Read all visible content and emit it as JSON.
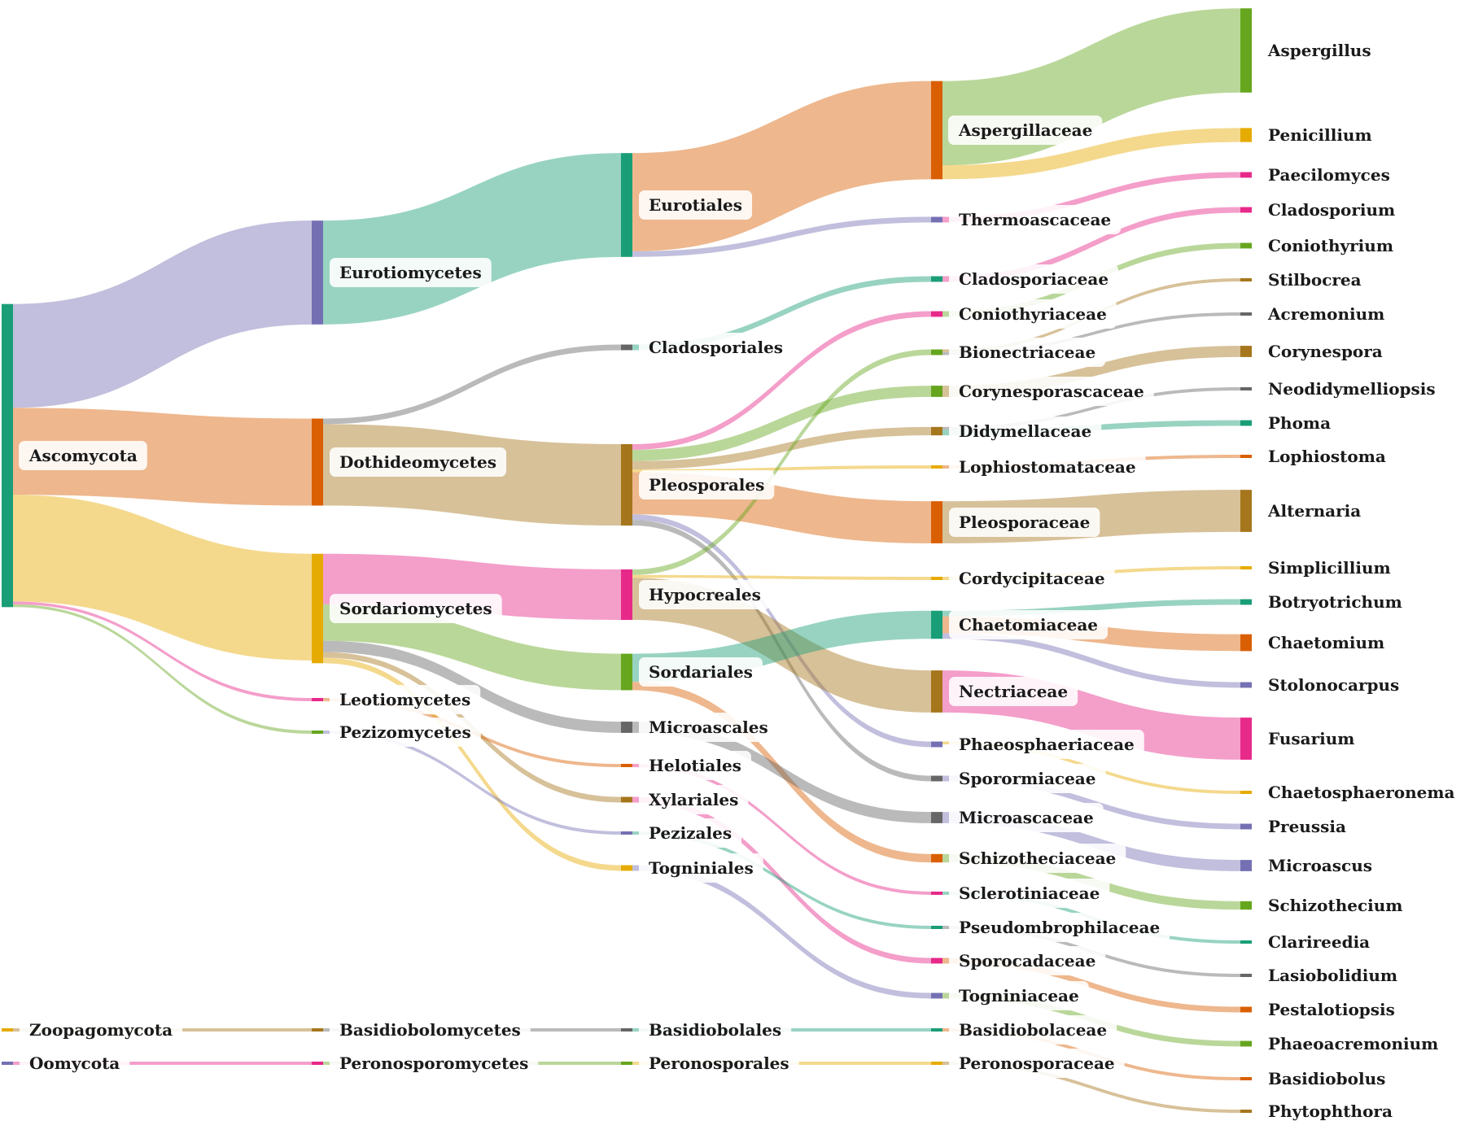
{
  "nodes": {
    "Ascomycota": {
      "label": "Ascomycota",
      "color": "#1a9e77"
    },
    "Zoopagomycota": {
      "label": "Zoopagomycota",
      "color": "#e6ab02"
    },
    "Oomycota": {
      "label": "Oomycota",
      "color": "#7570b3"
    },
    "Eurotiomycetes": {
      "label": "Eurotiomycetes",
      "color": "#7570b3"
    },
    "Dothideomycetes": {
      "label": "Dothideomycetes",
      "color": "#d95f02"
    },
    "Sordariomycetes": {
      "label": "Sordariomycetes",
      "color": "#e6ab02"
    },
    "Leotiomycetes": {
      "label": "Leotiomycetes",
      "color": "#e7298a"
    },
    "Pezizomycetes": {
      "label": "Pezizomycetes",
      "color": "#66a61e"
    },
    "Basidiobolomycetes": {
      "label": "Basidiobolomycetes",
      "color": "#a6761d"
    },
    "Peronosporomycetes": {
      "label": "Peronosporomycetes",
      "color": "#e7298a"
    },
    "Eurotiales": {
      "label": "Eurotiales",
      "color": "#1a9e77"
    },
    "Cladosporiales": {
      "label": "Cladosporiales",
      "color": "#666666"
    },
    "Pleosporales": {
      "label": "Pleosporales",
      "color": "#a6761d"
    },
    "Hypocreales": {
      "label": "Hypocreales",
      "color": "#e7298a"
    },
    "Sordariales": {
      "label": "Sordariales",
      "color": "#66a61e"
    },
    "Microascales": {
      "label": "Microascales",
      "color": "#666666"
    },
    "Helotiales": {
      "label": "Helotiales",
      "color": "#d95f02"
    },
    "Xylariales": {
      "label": "Xylariales",
      "color": "#a6761d"
    },
    "Pezizales": {
      "label": "Pezizales",
      "color": "#7570b3"
    },
    "Togniniales": {
      "label": "Togniniales",
      "color": "#e6ab02"
    },
    "Basidiobolales": {
      "label": "Basidiobolales",
      "color": "#666666"
    },
    "Peronosporales": {
      "label": "Peronosporales",
      "color": "#66a61e"
    },
    "Aspergillaceae": {
      "label": "Aspergillaceae",
      "color": "#d95f02"
    },
    "Thermoascaceae": {
      "label": "Thermoascaceae",
      "color": "#7570b3"
    },
    "Cladosporiaceae": {
      "label": "Cladosporiaceae",
      "color": "#1a9e77"
    },
    "Coniothyriaceae": {
      "label": "Coniothyriaceae",
      "color": "#e7298a"
    },
    "Bionectriaceae": {
      "label": "Bionectriaceae",
      "color": "#66a61e"
    },
    "Corynesporascaceae": {
      "label": "Corynesporascaceae",
      "color": "#66a61e"
    },
    "Didymellaceae": {
      "label": "Didymellaceae",
      "color": "#a6761d"
    },
    "Lophiostomataceae": {
      "label": "Lophiostomataceae",
      "color": "#e6ab02"
    },
    "Pleosporaceae": {
      "label": "Pleosporaceae",
      "color": "#d95f02"
    },
    "Cordycipitaceae": {
      "label": "Cordycipitaceae",
      "color": "#e6ab02"
    },
    "Chaetomiaceae": {
      "label": "Chaetomiaceae",
      "color": "#1a9e77"
    },
    "Nectriaceae": {
      "label": "Nectriaceae",
      "color": "#a6761d"
    },
    "Phaeosphaeriaceae": {
      "label": "Phaeosphaeriaceae",
      "color": "#7570b3"
    },
    "Sporormiaceae": {
      "label": "Sporormiaceae",
      "color": "#666666"
    },
    "Microascaceae": {
      "label": "Microascaceae",
      "color": "#666666"
    },
    "Schizotheciaceae": {
      "label": "Schizotheciaceae",
      "color": "#d95f02"
    },
    "Sclerotiniaceae": {
      "label": "Sclerotiniaceae",
      "color": "#e7298a"
    },
    "Pseudombrophilaceae": {
      "label": "Pseudombrophilaceae",
      "color": "#1a9e77"
    },
    "Sporocadaceae": {
      "label": "Sporocadaceae",
      "color": "#e7298a"
    },
    "Togniniaceae": {
      "label": "Togniniaceae",
      "color": "#7570b3"
    },
    "Basidiobolaceae": {
      "label": "Basidiobolaceae",
      "color": "#1a9e77"
    },
    "Peronosporaceae": {
      "label": "Peronosporaceae",
      "color": "#e6ab02"
    },
    "Aspergillus": {
      "label": "Aspergillus",
      "color": "#66a61e"
    },
    "Penicillium": {
      "label": "Penicillium",
      "color": "#e6ab02"
    },
    "Paecilomyces": {
      "label": "Paecilomyces",
      "color": "#e7298a"
    },
    "Cladosporium": {
      "label": "Cladosporium",
      "color": "#e7298a"
    },
    "Coniothyrium": {
      "label": "Coniothyrium",
      "color": "#66a61e"
    },
    "Stilbocrea": {
      "label": "Stilbocrea",
      "color": "#a6761d"
    },
    "Acremonium": {
      "label": "Acremonium",
      "color": "#666666"
    },
    "Corynespora": {
      "label": "Corynespora",
      "color": "#a6761d"
    },
    "Neodidymelliopsis": {
      "label": "Neodidymelliopsis",
      "color": "#666666"
    },
    "Phoma": {
      "label": "Phoma",
      "color": "#1a9e77"
    },
    "Lophiostoma": {
      "label": "Lophiostoma",
      "color": "#d95f02"
    },
    "Alternaria": {
      "label": "Alternaria",
      "color": "#a6761d"
    },
    "Simplicillium": {
      "label": "Simplicillium",
      "color": "#e6ab02"
    },
    "Botryotrichum": {
      "label": "Botryotrichum",
      "color": "#1a9e77"
    },
    "Chaetomium": {
      "label": "Chaetomium",
      "color": "#d95f02"
    },
    "Stolonocarpus": {
      "label": "Stolonocarpus",
      "color": "#7570b3"
    },
    "Fusarium": {
      "label": "Fusarium",
      "color": "#e7298a"
    },
    "Chaetosphaeronema": {
      "label": "Chaetosphaeronema",
      "color": "#e6ab02"
    },
    "Preussia": {
      "label": "Preussia",
      "color": "#7570b3"
    },
    "Microascus": {
      "label": "Microascus",
      "color": "#7570b3"
    },
    "Schizothecium": {
      "label": "Schizothecium",
      "color": "#66a61e"
    },
    "Clarireedia": {
      "label": "Clarireedia",
      "color": "#1a9e77"
    },
    "Lasiobolidium": {
      "label": "Lasiobolidium",
      "color": "#666666"
    },
    "Pestalotiopsis": {
      "label": "Pestalotiopsis",
      "color": "#d95f02"
    },
    "Phaeoacremonium": {
      "label": "Phaeoacremonium",
      "color": "#66a61e"
    },
    "Basidiobolus": {
      "label": "Basidiobolus",
      "color": "#d95f02"
    },
    "Phytophthora": {
      "label": "Phytophthora",
      "color": "#a6761d"
    }
  },
  "links": [
    {
      "source": "Ascomycota",
      "target": "Eurotiomycetes",
      "value": 37
    },
    {
      "source": "Ascomycota",
      "target": "Dothideomycetes",
      "value": 31
    },
    {
      "source": "Ascomycota",
      "target": "Sordariomycetes",
      "value": 38
    },
    {
      "source": "Ascomycota",
      "target": "Leotiomycetes",
      "value": 1
    },
    {
      "source": "Ascomycota",
      "target": "Pezizomycetes",
      "value": 1
    },
    {
      "source": "Zoopagomycota",
      "target": "Basidiobolomycetes",
      "value": 1
    },
    {
      "source": "Oomycota",
      "target": "Peronosporomycetes",
      "value": 1
    },
    {
      "source": "Eurotiomycetes",
      "target": "Eurotiales",
      "value": 37
    },
    {
      "source": "Dothideomycetes",
      "target": "Cladosporiales",
      "value": 2
    },
    {
      "source": "Dothideomycetes",
      "target": "Pleosporales",
      "value": 29
    },
    {
      "source": "Sordariomycetes",
      "target": "Hypocreales",
      "value": 18
    },
    {
      "source": "Sordariomycetes",
      "target": "Sordariales",
      "value": 13
    },
    {
      "source": "Sordariomycetes",
      "target": "Microascales",
      "value": 4
    },
    {
      "source": "Sordariomycetes",
      "target": "Xylariales",
      "value": 2
    },
    {
      "source": "Sordariomycetes",
      "target": "Togniniales",
      "value": 2
    },
    {
      "source": "Leotiomycetes",
      "target": "Helotiales",
      "value": 1
    },
    {
      "source": "Pezizomycetes",
      "target": "Pezizales",
      "value": 1
    },
    {
      "source": "Basidiobolomycetes",
      "target": "Basidiobolales",
      "value": 1
    },
    {
      "source": "Peronosporomycetes",
      "target": "Peronosporales",
      "value": 1
    },
    {
      "source": "Eurotiales",
      "target": "Aspergillaceae",
      "value": 35
    },
    {
      "source": "Eurotiales",
      "target": "Thermoascaceae",
      "value": 2
    },
    {
      "source": "Cladosporiales",
      "target": "Cladosporiaceae",
      "value": 2
    },
    {
      "source": "Pleosporales",
      "target": "Coniothyriaceae",
      "value": 2
    },
    {
      "source": "Pleosporales",
      "target": "Corynesporascaceae",
      "value": 4
    },
    {
      "source": "Pleosporales",
      "target": "Didymellaceae",
      "value": 3
    },
    {
      "source": "Pleosporales",
      "target": "Lophiostomataceae",
      "value": 1
    },
    {
      "source": "Pleosporales",
      "target": "Pleosporaceae",
      "value": 15
    },
    {
      "source": "Pleosporales",
      "target": "Phaeosphaeriaceae",
      "value": 2
    },
    {
      "source": "Pleosporales",
      "target": "Sporormiaceae",
      "value": 2
    },
    {
      "source": "Hypocreales",
      "target": "Bionectriaceae",
      "value": 2
    },
    {
      "source": "Hypocreales",
      "target": "Cordycipitaceae",
      "value": 1
    },
    {
      "source": "Hypocreales",
      "target": "Nectriaceae",
      "value": 15
    },
    {
      "source": "Sordariales",
      "target": "Chaetomiaceae",
      "value": 10
    },
    {
      "source": "Sordariales",
      "target": "Schizotheciaceae",
      "value": 3
    },
    {
      "source": "Microascales",
      "target": "Microascaceae",
      "value": 4
    },
    {
      "source": "Helotiales",
      "target": "Sclerotiniaceae",
      "value": 1
    },
    {
      "source": "Xylariales",
      "target": "Sporocadaceae",
      "value": 2
    },
    {
      "source": "Pezizales",
      "target": "Pseudombrophilaceae",
      "value": 1
    },
    {
      "source": "Togniniales",
      "target": "Togniniaceae",
      "value": 2
    },
    {
      "source": "Basidiobolales",
      "target": "Basidiobolaceae",
      "value": 1
    },
    {
      "source": "Peronosporales",
      "target": "Peronosporaceae",
      "value": 1
    },
    {
      "source": "Aspergillaceae",
      "target": "Aspergillus",
      "value": 30
    },
    {
      "source": "Aspergillaceae",
      "target": "Penicillium",
      "value": 5
    },
    {
      "source": "Thermoascaceae",
      "target": "Paecilomyces",
      "value": 2
    },
    {
      "source": "Cladosporiaceae",
      "target": "Cladosporium",
      "value": 2
    },
    {
      "source": "Coniothyriaceae",
      "target": "Coniothyrium",
      "value": 2
    },
    {
      "source": "Bionectriaceae",
      "target": "Stilbocrea",
      "value": 1
    },
    {
      "source": "Bionectriaceae",
      "target": "Acremonium",
      "value": 1
    },
    {
      "source": "Corynesporascaceae",
      "target": "Corynespora",
      "value": 4
    },
    {
      "source": "Didymellaceae",
      "target": "Neodidymelliopsis",
      "value": 1
    },
    {
      "source": "Didymellaceae",
      "target": "Phoma",
      "value": 2
    },
    {
      "source": "Lophiostomataceae",
      "target": "Lophiostoma",
      "value": 1
    },
    {
      "source": "Pleosporaceae",
      "target": "Alternaria",
      "value": 15
    },
    {
      "source": "Cordycipitaceae",
      "target": "Simplicillium",
      "value": 1
    },
    {
      "source": "Chaetomiaceae",
      "target": "Botryotrichum",
      "value": 2
    },
    {
      "source": "Chaetomiaceae",
      "target": "Chaetomium",
      "value": 6
    },
    {
      "source": "Chaetomiaceae",
      "target": "Stolonocarpus",
      "value": 2
    },
    {
      "source": "Nectriaceae",
      "target": "Fusarium",
      "value": 15
    },
    {
      "source": "Phaeosphaeriaceae",
      "target": "Chaetosphaeronema",
      "value": 1
    },
    {
      "source": "Sporormiaceae",
      "target": "Preussia",
      "value": 2
    },
    {
      "source": "Microascaceae",
      "target": "Microascus",
      "value": 4
    },
    {
      "source": "Schizotheciaceae",
      "target": "Schizothecium",
      "value": 3
    },
    {
      "source": "Sclerotiniaceae",
      "target": "Clarireedia",
      "value": 1
    },
    {
      "source": "Pseudombrophilaceae",
      "target": "Lasiobolidium",
      "value": 1
    },
    {
      "source": "Sporocadaceae",
      "target": "Pestalotiopsis",
      "value": 2
    },
    {
      "source": "Togniniaceae",
      "target": "Phaeoacremonium",
      "value": 2
    },
    {
      "source": "Basidiobolaceae",
      "target": "Basidiobolus",
      "value": 1
    },
    {
      "source": "Peronosporaceae",
      "target": "Phytophthora",
      "value": 1
    }
  ]
}
